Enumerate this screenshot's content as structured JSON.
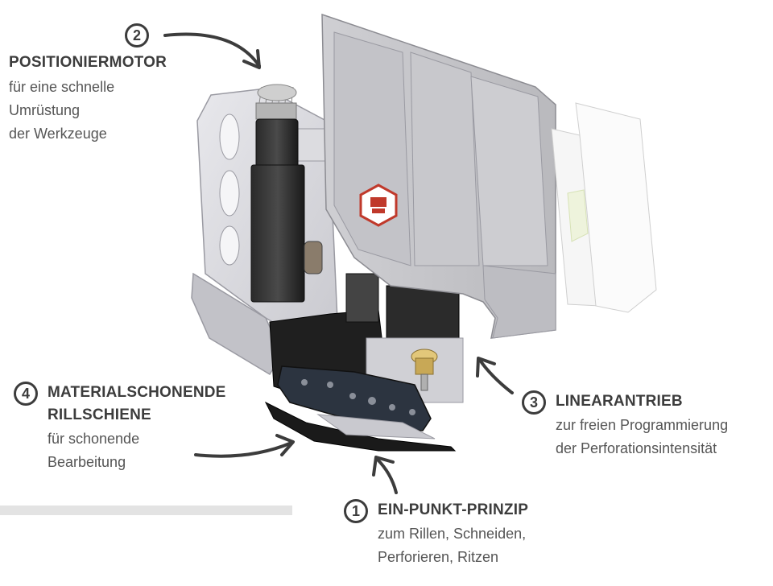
{
  "colors": {
    "text_dark": "#3c3c3c",
    "text_body": "#555555",
    "arrow": "#3c3c3c",
    "housing": "#d5d5da",
    "housing_edge": "#9a9aa2",
    "motor": "#1e1e1e",
    "logo_red": "#c0392b",
    "divider": "#e3e3e3"
  },
  "callouts": {
    "c2": {
      "number": "2",
      "title": "POSITIONIERMOTOR",
      "lines": [
        "für eine schnelle",
        "Umrüstung",
        "der Werkzeuge"
      ]
    },
    "c4": {
      "number": "4",
      "title_line1": "MATERIALSCHONENDE",
      "title_line2": "RILLSCHIENE",
      "lines": [
        "für schonende",
        "Bearbeitung"
      ]
    },
    "c3": {
      "number": "3",
      "title": "LINEARANTRIEB",
      "lines": [
        "zur freien Programmierung",
        "der Perforationsintensität"
      ]
    },
    "c1": {
      "number": "1",
      "title": "EIN-PUNKT-PRINZIP",
      "lines": [
        "zum Rillen, Schneiden,",
        "Perforieren, Ritzen"
      ]
    }
  }
}
